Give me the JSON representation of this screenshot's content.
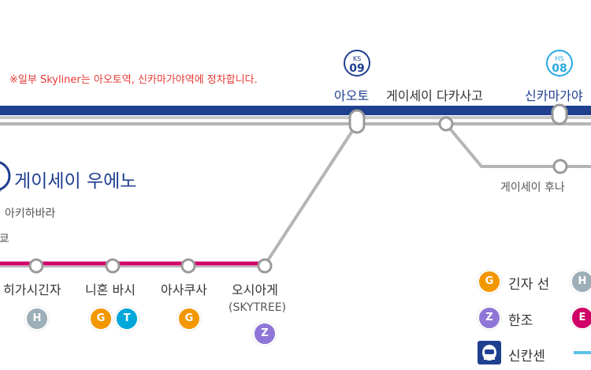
{
  "notice": "※일부 Skyliner는 아오토역, 신카마가야역에 정차합니다.",
  "badges": {
    "aoto": {
      "code": "KS",
      "num": "09"
    },
    "shinkamagaya": {
      "code": "HS",
      "num": "08"
    }
  },
  "stations": {
    "aoto": "아오토",
    "keisei_takasago": "게이세이 다카사고",
    "shinkamagaya": "신카마가야",
    "keisei_ueno": "게이세이 우에노",
    "akihabara": "아키하바라",
    "tokyo_partial": "도쿄",
    "higashi_ginza": "히가시긴자",
    "nihonbashi": "니혼 바시",
    "asakusa": "아사쿠사",
    "oshiage": "오시아게",
    "oshiage_sub": "(SKYTREE)",
    "keisei_funabashi_partial": "게이세이 후나"
  },
  "line_markers": {
    "higashi_ginza": [
      "H"
    ],
    "nihonbashi": [
      "G",
      "T"
    ],
    "asakusa": [
      "G"
    ],
    "oshiage": [
      "Z"
    ]
  },
  "legend": [
    {
      "letter": "G",
      "label": "긴자 선",
      "color": "#f39700"
    },
    {
      "letter": "Z",
      "label": "한조",
      "color": "#8f76d6"
    },
    {
      "letter": "",
      "label": "신칸센",
      "color": "#1f3f8f"
    }
  ],
  "legend_partial": [
    {
      "letter": "H",
      "color": "#9caeb7"
    },
    {
      "letter": "E",
      "color": "#cf0068"
    }
  ],
  "colors": {
    "skyliner": "#1f3f8f",
    "keisei": "#b5b5b5",
    "asakusa_line": "#cf0068",
    "ginza": "#f39700",
    "tozai": "#00a7db",
    "hibiya": "#9caeb7",
    "hanzomon": "#8f76d6",
    "shinkansen_line": "#5bc2e7",
    "notice": "#e53935"
  }
}
